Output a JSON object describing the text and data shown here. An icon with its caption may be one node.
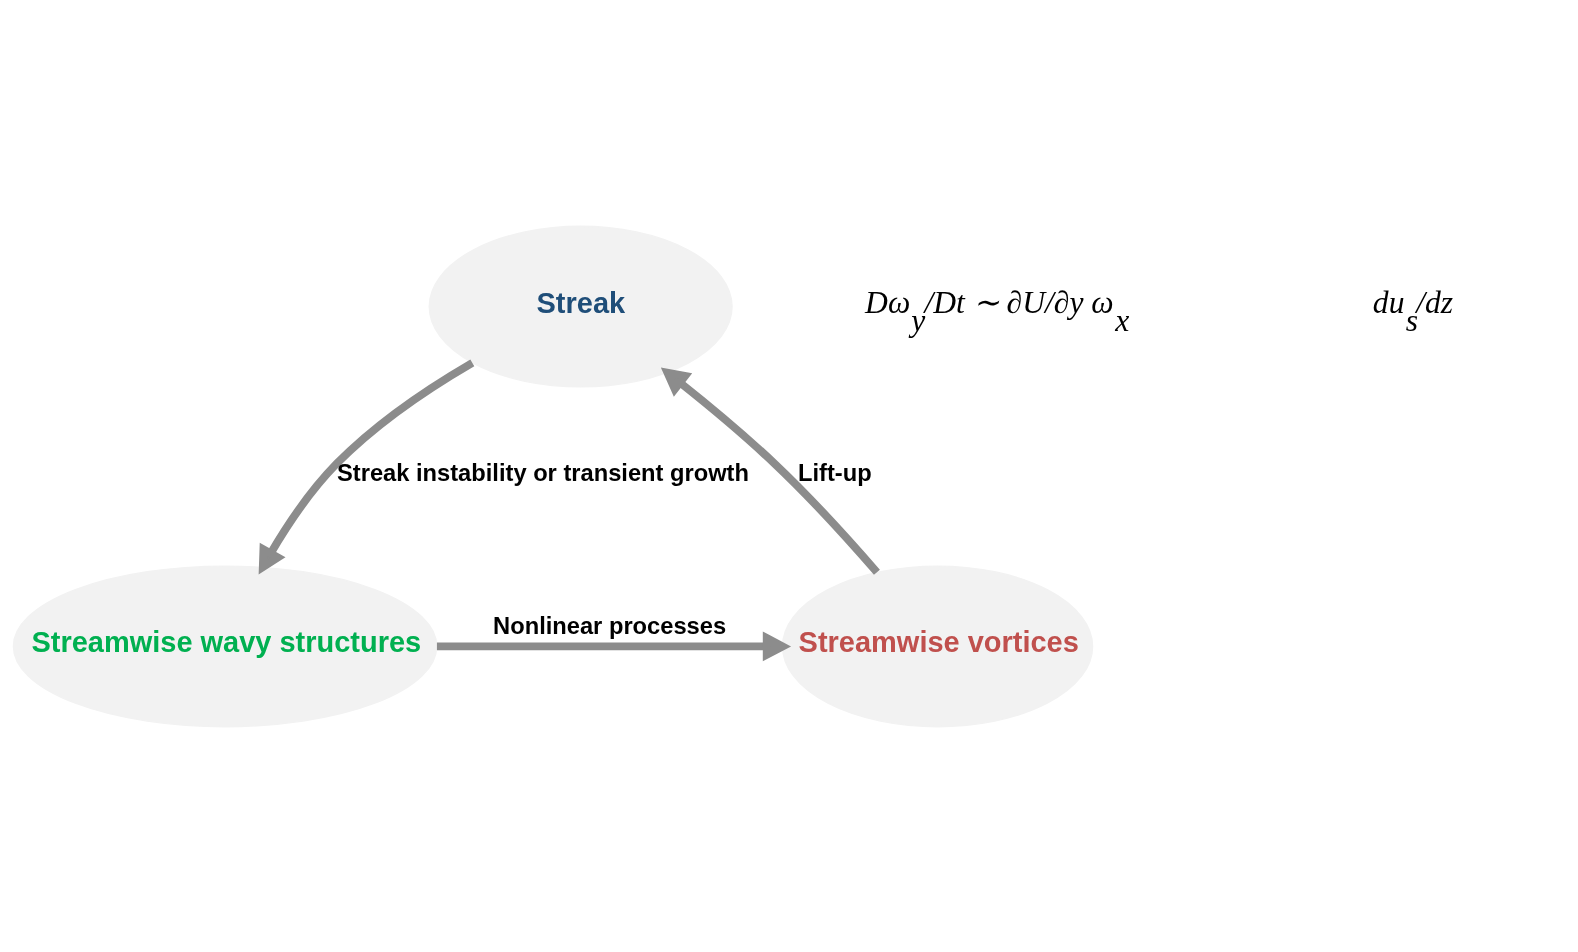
{
  "diagram": {
    "nodes": [
      {
        "text": [
          "Streak"
        ]
      },
      {
        "text": [
          "Streamwise vortices"
        ]
      },
      {
        "text": [
          "Streamwise wavy structures"
        ]
      }
    ],
    "edges": [
      {
        "from": 1,
        "to": 0,
        "arrow": "to",
        "label": "Lift-up"
      },
      {
        "from": 0,
        "to": 2,
        "arrow": "to",
        "label": "Streak instability or transient growth"
      },
      {
        "from": 2,
        "to": 1,
        "arrow": "to",
        "label": "Nonlinear processes"
      }
    ],
    "labels": [
      "Dω$_{y}$/Dt ∼ ∂U/∂y ω$_{x}$",
      "du$_{s}$/dz"
    ]
  }
}
